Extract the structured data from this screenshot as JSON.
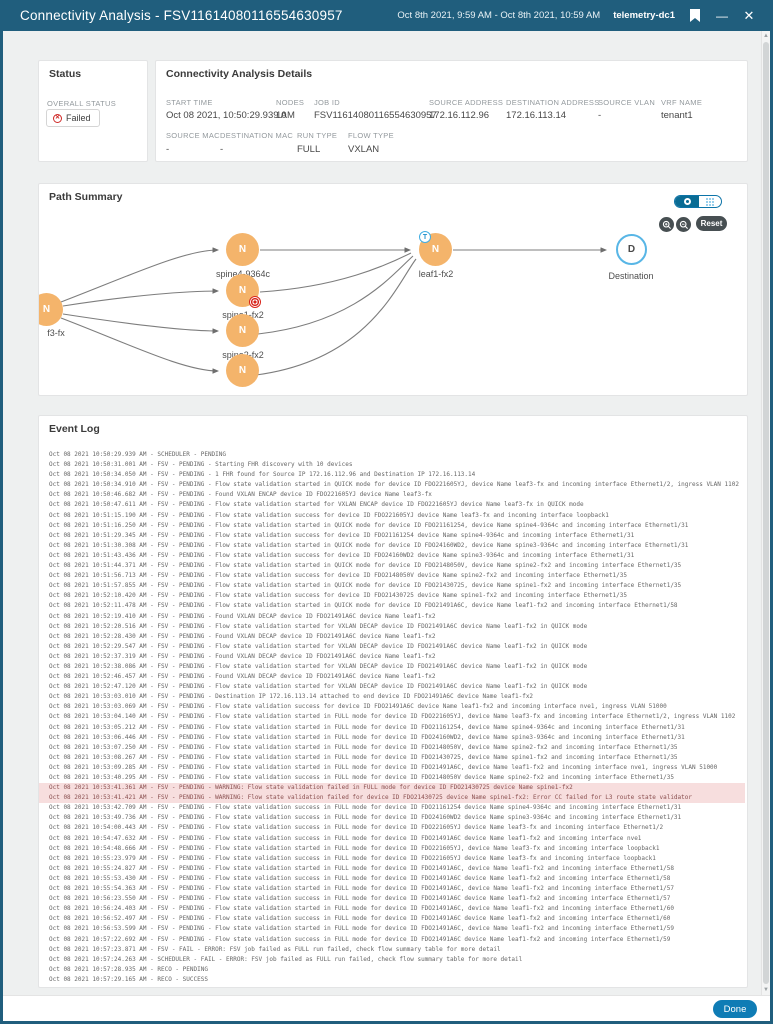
{
  "header": {
    "title": "Connectivity Analysis - FSV11614080116554630957",
    "date_range": "Oct 8th 2021, 9:59 AM - Oct 8th 2021, 10:59 AM",
    "cluster": "telemetry-dc1",
    "minimize_glyph": "—",
    "close_glyph": "✕"
  },
  "status": {
    "title": "Status",
    "overall_label": "OVERALL STATUS",
    "value": "Failed",
    "failed_glyph": "✕"
  },
  "details": {
    "title": "Connectivity Analysis Details",
    "row1": [
      {
        "label": "START TIME",
        "value": "Oct 08 2021, 10:50:29.939 AM"
      },
      {
        "label": "NODES",
        "value": "10"
      },
      {
        "label": "JOB ID",
        "value": "FSV11614080116554630957"
      },
      {
        "label": "SOURCE ADDRESS",
        "value": "172.16.112.96"
      },
      {
        "label": "DESTINATION ADDRESS",
        "value": "172.16.113.14"
      },
      {
        "label": "SOURCE VLAN",
        "value": "-"
      },
      {
        "label": "VRF NAME",
        "value": "tenant1"
      }
    ],
    "row2": [
      {
        "label": "SOURCE MAC",
        "value": "-"
      },
      {
        "label": "DESTINATION MAC",
        "value": "-"
      },
      {
        "label": "RUN TYPE",
        "value": "FULL"
      },
      {
        "label": "FLOW TYPE",
        "value": "VXLAN"
      }
    ]
  },
  "path_summary": {
    "title": "Path Summary",
    "reset_label": "Reset",
    "nodes": {
      "f3fx": {
        "letter": "N",
        "label": "f3-fx"
      },
      "spine4": {
        "letter": "N",
        "label": "spine4-9364c"
      },
      "spine1": {
        "letter": "N",
        "label": "spine1-fx2"
      },
      "spine2": {
        "letter": "N",
        "label": "spine2-fx2"
      },
      "spine3": {
        "letter": "N",
        "label": ""
      },
      "leaf1": {
        "letter": "N",
        "label": "leaf1-fx2",
        "badge": "T"
      },
      "destination": {
        "letter": "D",
        "label": "Destination"
      }
    }
  },
  "event_log": {
    "title": "Event Log",
    "lines": [
      {
        "text": "Oct 08 2021 10:50:29.939 AM - SCHEDULER - PENDING",
        "highlight": false
      },
      {
        "text": "Oct 08 2021 10:50:31.001 AM - FSV - PENDING - Starting FHR discovery with 10 devices",
        "highlight": false
      },
      {
        "text": "Oct 08 2021 10:50:34.050 AM - FSV - PENDING - 1 FHR found for Source IP 172.16.112.96 and Destination IP 172.16.113.14",
        "highlight": false
      },
      {
        "text": "Oct 08 2021 10:50:34.910 AM - FSV - PENDING - Flow state validation started in QUICK mode for device ID FDO221605YJ, device Name leaf3-fx and incoming interface Ethernet1/2, ingress VLAN 1102",
        "highlight": false
      },
      {
        "text": "Oct 08 2021 10:50:46.682 AM - FSV - PENDING - Found VXLAN ENCAP device ID FDO221605YJ device Name leaf3-fx",
        "highlight": false
      },
      {
        "text": "Oct 08 2021 10:50:47.611 AM - FSV - PENDING - Flow state validation started for VXLAN ENCAP device ID FDO221605YJ device Name leaf3-fx in QUICK mode",
        "highlight": false
      },
      {
        "text": "Oct 08 2021 10:51:15.190 AM - FSV - PENDING - Flow state validation success for device ID FDO221605YJ device Name leaf3-fx and incoming interface loopback1",
        "highlight": false
      },
      {
        "text": "Oct 08 2021 10:51:16.250 AM - FSV - PENDING - Flow state validation started in QUICK mode for device ID FDO21161254, device Name spine4-9364c and incoming interface Ethernet1/31",
        "highlight": false
      },
      {
        "text": "Oct 08 2021 10:51:29.345 AM - FSV - PENDING - Flow state validation success for device ID FDO21161254 device Name spine4-9364c and incoming interface Ethernet1/31",
        "highlight": false
      },
      {
        "text": "Oct 08 2021 10:51:30.308 AM - FSV - PENDING - Flow state validation started in QUICK mode for device ID FDO24160WD2, device Name spine3-9364c and incoming interface Ethernet1/31",
        "highlight": false
      },
      {
        "text": "Oct 08 2021 10:51:43.436 AM - FSV - PENDING - Flow state validation success for device ID FDO24160WD2 device Name spine3-9364c and incoming interface Ethernet1/31",
        "highlight": false
      },
      {
        "text": "Oct 08 2021 10:51:44.371 AM - FSV - PENDING - Flow state validation started in QUICK mode for device ID FDO2148050V, device Name spine2-fx2 and incoming interface Ethernet1/35",
        "highlight": false
      },
      {
        "text": "Oct 08 2021 10:51:56.713 AM - FSV - PENDING - Flow state validation success for device ID FDO2148050V device Name spine2-fx2 and incoming interface Ethernet1/35",
        "highlight": false
      },
      {
        "text": "Oct 08 2021 10:51:57.855 AM - FSV - PENDING - Flow state validation started in QUICK mode for device ID FDO21430725, device Name spine1-fx2 and incoming interface Ethernet1/35",
        "highlight": false
      },
      {
        "text": "Oct 08 2021 10:52:10.420 AM - FSV - PENDING - Flow state validation success for device ID FDO21430725 device Name spine1-fx2 and incoming interface Ethernet1/35",
        "highlight": false
      },
      {
        "text": "Oct 08 2021 10:52:11.478 AM - FSV - PENDING - Flow state validation started in QUICK mode for device ID FDO21491A6C, device Name leaf1-fx2 and incoming interface Ethernet1/58",
        "highlight": false
      },
      {
        "text": "Oct 08 2021 10:52:19.410 AM - FSV - PENDING - Found VXLAN DECAP device ID FDO21491A6C device Name leaf1-fx2",
        "highlight": false
      },
      {
        "text": "Oct 08 2021 10:52:20.516 AM - FSV - PENDING - Flow state validation started for VXLAN DECAP device ID FDO21491A6C device Name leaf1-fx2 in QUICK mode",
        "highlight": false
      },
      {
        "text": "Oct 08 2021 10:52:28.430 AM - FSV - PENDING - Found VXLAN DECAP device ID FDO21491A6C device Name leaf1-fx2",
        "highlight": false
      },
      {
        "text": "Oct 08 2021 10:52:29.547 AM - FSV - PENDING - Flow state validation started for VXLAN DECAP device ID FDO21491A6C device Name leaf1-fx2 in QUICK mode",
        "highlight": false
      },
      {
        "text": "Oct 08 2021 10:52:37.319 AM - FSV - PENDING - Found VXLAN DECAP device ID FDO21491A6C device Name leaf1-fx2",
        "highlight": false
      },
      {
        "text": "Oct 08 2021 10:52:38.086 AM - FSV - PENDING - Flow state validation started for VXLAN DECAP device ID FDO21491A6C device Name leaf1-fx2 in QUICK mode",
        "highlight": false
      },
      {
        "text": "Oct 08 2021 10:52:46.457 AM - FSV - PENDING - Found VXLAN DECAP device ID FDO21491A6C device Name leaf1-fx2",
        "highlight": false
      },
      {
        "text": "Oct 08 2021 10:52:47.120 AM - FSV - PENDING - Flow state validation started for VXLAN DECAP device ID FDO21491A6C device Name leaf1-fx2 in QUICK mode",
        "highlight": false
      },
      {
        "text": "Oct 08 2021 10:53:03.010 AM - FSV - PENDING - Destination IP 172.16.113.14 attached to end device ID FDO21491A6C device Name leaf1-fx2",
        "highlight": false
      },
      {
        "text": "Oct 08 2021 10:53:03.069 AM - FSV - PENDING - Flow state validation success for device ID FDO21491A6C device Name leaf1-fx2 and incoming interface nve1, ingress VLAN 51000",
        "highlight": false
      },
      {
        "text": "Oct 08 2021 10:53:04.140 AM - FSV - PENDING - Flow state validation started in FULL mode for device ID FDO221605YJ, device Name leaf3-fx and incoming interface Ethernet1/2, ingress VLAN 1102",
        "highlight": false
      },
      {
        "text": "Oct 08 2021 10:53:05.212 AM - FSV - PENDING - Flow state validation started in FULL mode for device ID FDO21161254, device Name spine4-9364c and incoming interface Ethernet1/31",
        "highlight": false
      },
      {
        "text": "Oct 08 2021 10:53:06.446 AM - FSV - PENDING - Flow state validation started in FULL mode for device ID FDO24160WD2, device Name spine3-9364c and incoming interface Ethernet1/31",
        "highlight": false
      },
      {
        "text": "Oct 08 2021 10:53:07.250 AM - FSV - PENDING - Flow state validation started in FULL mode for device ID FDO2148050V, device Name spine2-fx2 and incoming interface Ethernet1/35",
        "highlight": false
      },
      {
        "text": "Oct 08 2021 10:53:08.267 AM - FSV - PENDING - Flow state validation started in FULL mode for device ID FDO21430725, device Name spine1-fx2 and incoming interface Ethernet1/35",
        "highlight": false
      },
      {
        "text": "Oct 08 2021 10:53:09.285 AM - FSV - PENDING - Flow state validation started in FULL mode for device ID FDO21491A6C, device Name leaf1-fx2 and incoming interface nve1, ingress VLAN 51000",
        "highlight": false
      },
      {
        "text": "Oct 08 2021 10:53:40.295 AM - FSV - PENDING - Flow state validation success in FULL mode for device ID FDO2148050V device Name spine2-fx2 and incoming interface Ethernet1/35",
        "highlight": false
      },
      {
        "text": "Oct 08 2021 10:53:41.361 AM - FSV - PENDING - WARNING: Flow state validation failed in FULL mode for device ID FDO21430725 device Name spine1-fx2",
        "highlight": true
      },
      {
        "text": "Oct 08 2021 10:53:41.421 AM - FSV - PENDING - WARNING: Flow state validation failed for device ID FDO21430725 device Name spine1-fx2: Error CC failed for L3 route state validator",
        "highlight": true
      },
      {
        "text": "Oct 08 2021 10:53:42.709 AM - FSV - PENDING - Flow state validation success in FULL mode for device ID FDO21161254 device Name spine4-9364c and incoming interface Ethernet1/31",
        "highlight": false
      },
      {
        "text": "Oct 08 2021 10:53:49.736 AM - FSV - PENDING - Flow state validation success in FULL mode for device ID FDO24160WD2 device Name spine3-9364c and incoming interface Ethernet1/31",
        "highlight": false
      },
      {
        "text": "Oct 08 2021 10:54:00.443 AM - FSV - PENDING - Flow state validation success in FULL mode for device ID FDO221605YJ device Name leaf3-fx and incoming interface Ethernet1/2",
        "highlight": false
      },
      {
        "text": "Oct 08 2021 10:54:47.632 AM - FSV - PENDING - Flow state validation success in FULL mode for device ID FDO21491A6C device Name leaf1-fx2 and incoming interface nve1",
        "highlight": false
      },
      {
        "text": "Oct 08 2021 10:54:48.666 AM - FSV - PENDING - Flow state validation started in FULL mode for device ID FDO221605YJ, device Name leaf3-fx and incoming interface loopback1",
        "highlight": false
      },
      {
        "text": "Oct 08 2021 10:55:23.979 AM - FSV - PENDING - Flow state validation success in FULL mode for device ID FDO221605YJ device Name leaf3-fx and incoming interface loopback1",
        "highlight": false
      },
      {
        "text": "Oct 08 2021 10:55:24.827 AM - FSV - PENDING - Flow state validation started in FULL mode for device ID FDO21491A6C, device Name leaf1-fx2 and incoming interface Ethernet1/58",
        "highlight": false
      },
      {
        "text": "Oct 08 2021 10:55:53.430 AM - FSV - PENDING - Flow state validation success in FULL mode for device ID FDO21491A6C device Name leaf1-fx2 and incoming interface Ethernet1/58",
        "highlight": false
      },
      {
        "text": "Oct 08 2021 10:55:54.363 AM - FSV - PENDING - Flow state validation started in FULL mode for device ID FDO21491A6C, device Name leaf1-fx2 and incoming interface Ethernet1/57",
        "highlight": false
      },
      {
        "text": "Oct 08 2021 10:56:23.550 AM - FSV - PENDING - Flow state validation success in FULL mode for device ID FDO21491A6C device Name leaf1-fx2 and incoming interface Ethernet1/57",
        "highlight": false
      },
      {
        "text": "Oct 08 2021 10:56:24.403 AM - FSV - PENDING - Flow state validation started in FULL mode for device ID FDO21491A6C, device Name leaf1-fx2 and incoming interface Ethernet1/60",
        "highlight": false
      },
      {
        "text": "Oct 08 2021 10:56:52.497 AM - FSV - PENDING - Flow state validation success in FULL mode for device ID FDO21491A6C device Name leaf1-fx2 and incoming interface Ethernet1/60",
        "highlight": false
      },
      {
        "text": "Oct 08 2021 10:56:53.599 AM - FSV - PENDING - Flow state validation started in FULL mode for device ID FDO21491A6C, device Name leaf1-fx2 and incoming interface Ethernet1/59",
        "highlight": false
      },
      {
        "text": "Oct 08 2021 10:57:22.692 AM - FSV - PENDING - Flow state validation success in FULL mode for device ID FDO21491A6C device Name leaf1-fx2 and incoming interface Ethernet1/59",
        "highlight": false
      },
      {
        "text": "Oct 08 2021 10:57:23.871 AM - FSV - FAIL - ERROR: FSV job failed as FULL run failed, check flow summary table for more detail",
        "highlight": false
      },
      {
        "text": "Oct 08 2021 10:57:24.263 AM - SCHEDULER - FAIL - ERROR: FSV job failed as FULL run failed, check flow summary table for more detail",
        "highlight": false
      },
      {
        "text": "Oct 08 2021 10:57:28.935 AM - RECO - PENDING",
        "highlight": false
      },
      {
        "text": "Oct 08 2021 10:57:29.165 AM - RECO - SUCCESS",
        "highlight": false
      }
    ]
  },
  "footer": {
    "done_label": "Done"
  },
  "colors": {
    "header_bg": "#205e7d",
    "accent_blue": "#0f7cb5",
    "node_orange": "#f4b46b",
    "destination_blue": "#58b6e6",
    "error_red": "#d8261c",
    "highlight_pink": "#f7dede",
    "control_dark": "#474f52"
  }
}
